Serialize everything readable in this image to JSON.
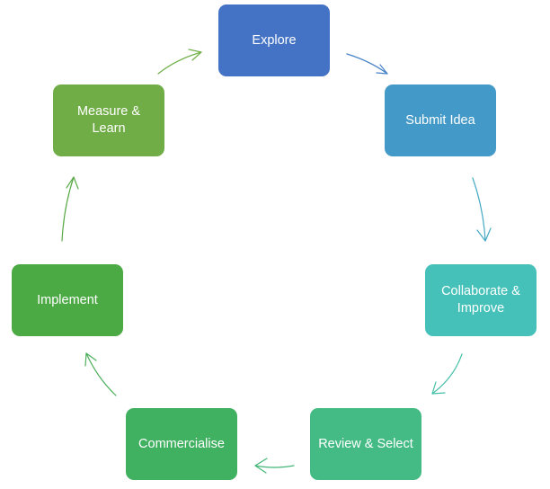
{
  "cycle": {
    "steps": [
      {
        "label": "Explore",
        "color": "#4472c4"
      },
      {
        "label": "Submit Idea",
        "color": "#4399c7"
      },
      {
        "label": "Collaborate & Improve",
        "color": "#46c1b9"
      },
      {
        "label": "Review & Select",
        "color": "#44bb84"
      },
      {
        "label": "Commercialise",
        "color": "#40b061"
      },
      {
        "label": "Implement",
        "color": "#4caa44"
      },
      {
        "label": "Measure & Learn",
        "color": "#71ad47"
      }
    ],
    "arrows": [
      {
        "from": "Explore",
        "to": "Submit Idea",
        "color": "#4682c6"
      },
      {
        "from": "Submit Idea",
        "to": "Collaborate & Improve",
        "color": "#45a9c4"
      },
      {
        "from": "Collaborate & Improve",
        "to": "Review & Select",
        "color": "#45c0a7"
      },
      {
        "from": "Review & Select",
        "to": "Commercialise",
        "color": "#43b677"
      },
      {
        "from": "Commercialise",
        "to": "Implement",
        "color": "#4bae5c"
      },
      {
        "from": "Implement",
        "to": "Measure & Learn",
        "color": "#5aaa48"
      },
      {
        "from": "Measure & Learn",
        "to": "Explore",
        "color": "#72b04c"
      }
    ]
  }
}
